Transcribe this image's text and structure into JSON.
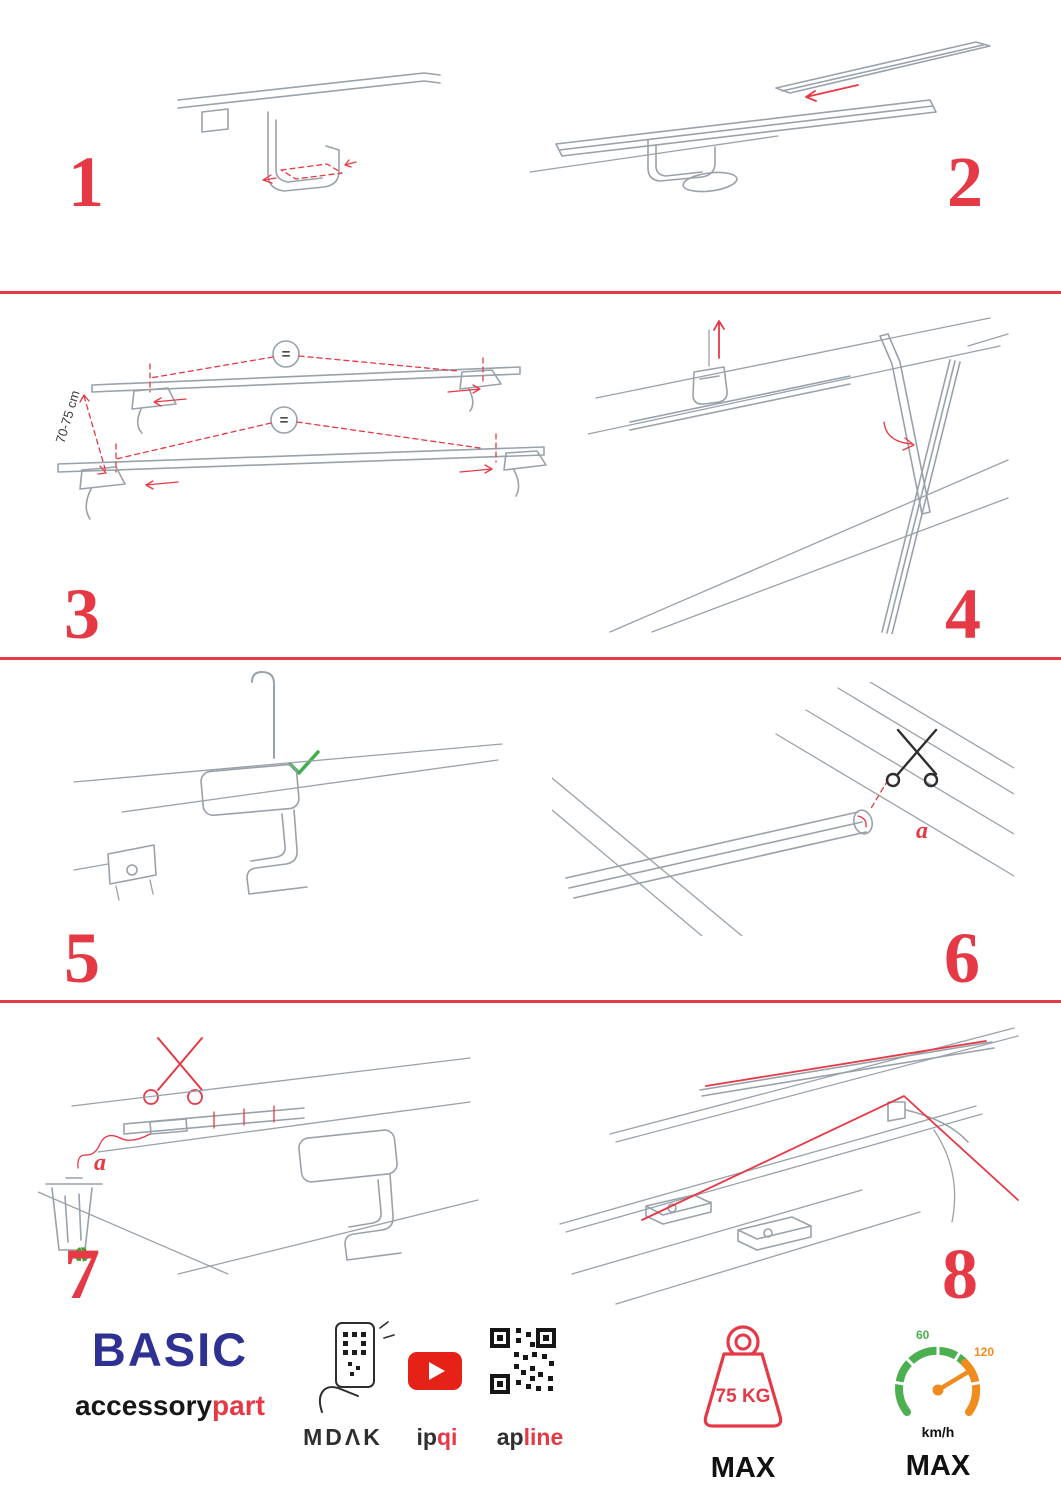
{
  "colors": {
    "accent": "#e63946",
    "brand_blue": "#2e3192",
    "youtube_red": "#e62117",
    "green": "#4caf50",
    "orange": "#f08c1e",
    "drawing_gray": "#99a2aa"
  },
  "steps": {
    "s1": {
      "num": "1"
    },
    "s2": {
      "num": "2"
    },
    "s3": {
      "num": "3",
      "eq1": "=",
      "eq2": "=",
      "measure": "70-75 cm"
    },
    "s4": {
      "num": "4"
    },
    "s5": {
      "num": "5"
    },
    "s6": {
      "num": "6",
      "label_a": "a"
    },
    "s7": {
      "num": "7",
      "label_a": "a"
    },
    "s8": {
      "num": "8"
    }
  },
  "icons": {
    "recycle_glyph": "♻"
  },
  "footer": {
    "brand": "BASIC",
    "brand_sub_black": "accessory",
    "brand_sub_red": "part",
    "partner_mdak": "MDΛK",
    "partner_ipqi_black": "ip",
    "partner_ipqi_red": "qi",
    "partner_apline_black": "ap",
    "partner_apline_red": "line",
    "weight_value": "75 KG",
    "weight_max": "MAX",
    "speed_low": "60",
    "speed_high": "120",
    "speed_unit": "km/h",
    "speed_max": "MAX"
  }
}
